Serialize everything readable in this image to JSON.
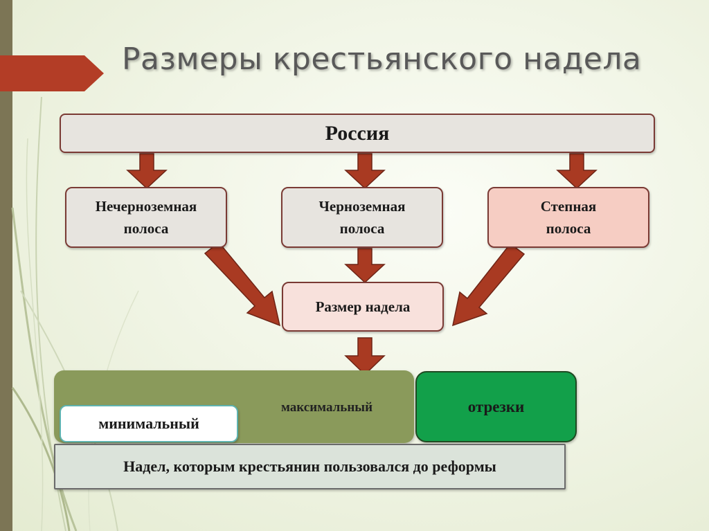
{
  "title": "Размеры крестьянского надела",
  "colors": {
    "arrow": "#a93a22",
    "accent_tab": "#b33d26",
    "box_border": "#7a3a34",
    "max_fill": "#8a9a5b",
    "cuts_fill": "#12a04a"
  },
  "boxes": {
    "russia": "Россия",
    "nonchern_line1": "Нечерноземная",
    "nonchern_line2": "полоса",
    "chern_line1": "Черноземная",
    "chern_line2": "полоса",
    "steppe_line1": "Степная",
    "steppe_line2": "полоса",
    "allotment_size": "Размер надела",
    "maximal": "максимальный",
    "minimal": "минимальный",
    "cuts": "отрезки",
    "used_before": "Надел, которым крестьянин пользовался до реформы"
  }
}
